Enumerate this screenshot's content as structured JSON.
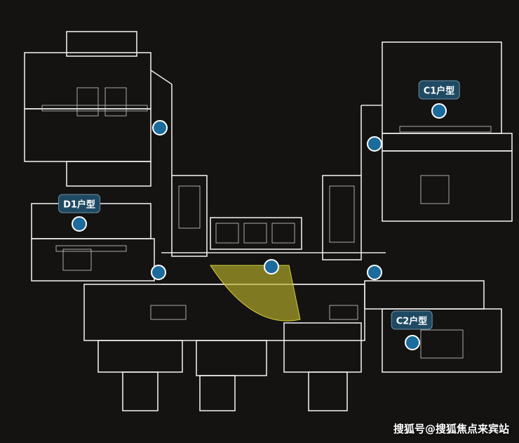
{
  "units": [
    {
      "id": "D1",
      "label": "D1户型"
    },
    {
      "id": "C1",
      "label": "C1户型"
    },
    {
      "id": "C2",
      "label": "C2户型"
    }
  ],
  "colors": {
    "background": "#141312",
    "marker": "#1b6b9c",
    "label_bg": "#1f4a63",
    "highlight": "#b8b02a"
  },
  "watermark": "搜狐号@搜狐焦点来宾站"
}
